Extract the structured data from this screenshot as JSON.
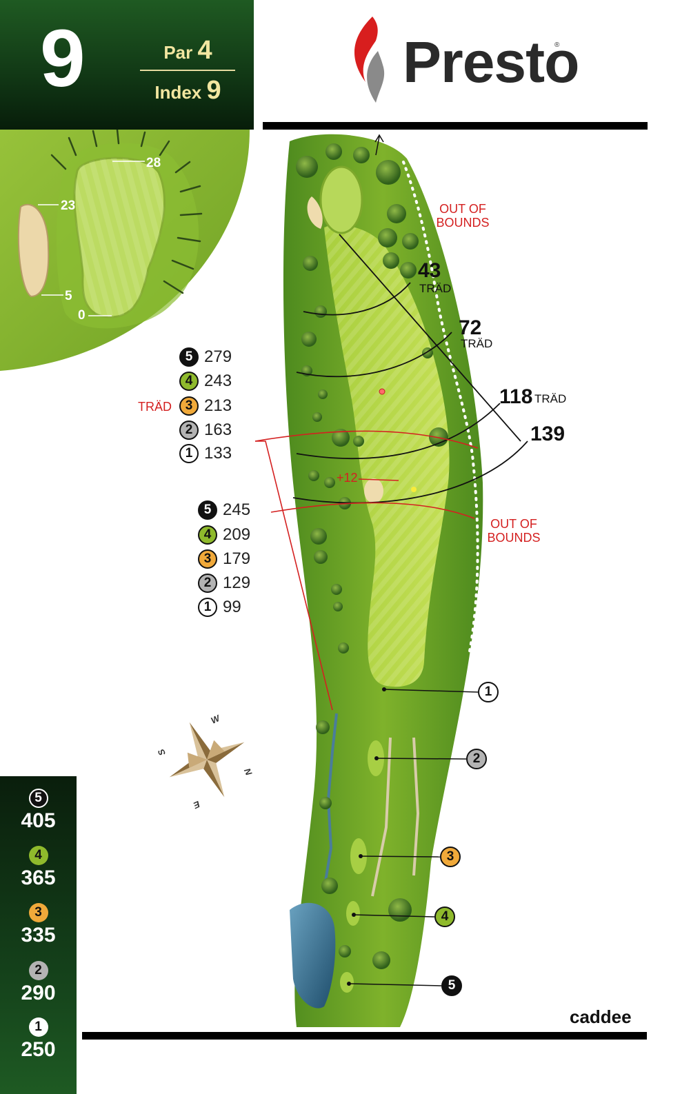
{
  "hole": {
    "number": "9",
    "par_label": "Par",
    "par_value": "4",
    "index_label": "Index",
    "index_value": "9"
  },
  "brand": {
    "name": "Presto",
    "reg": "®",
    "caddee": "caddee"
  },
  "green_detail": {
    "marks": [
      "28",
      "23",
      "5",
      "0"
    ]
  },
  "distances_upper": [
    {
      "tee": "5",
      "value": "279"
    },
    {
      "tee": "4",
      "value": "243"
    },
    {
      "tee": "3",
      "value": "213"
    },
    {
      "tee": "2",
      "value": "163"
    },
    {
      "tee": "1",
      "value": "133"
    }
  ],
  "distances_upper_note": "TRÄD",
  "distances_lower": [
    {
      "tee": "5",
      "value": "245"
    },
    {
      "tee": "4",
      "value": "209"
    },
    {
      "tee": "3",
      "value": "179"
    },
    {
      "tee": "2",
      "value": "129"
    },
    {
      "tee": "1",
      "value": "99"
    }
  ],
  "course_labels": {
    "oob_top_1": "OUT OF",
    "oob_top_2": "BOUNDS",
    "oob_mid_1": "OUT OF",
    "oob_mid_2": "BOUNDS",
    "d43": "43",
    "d43_sub": "TRÄD",
    "d72": "72",
    "d72_sub": "TRÄD",
    "d118": "118",
    "d118_sub": "TRÄD",
    "d139": "139",
    "bunker_plus": "+12"
  },
  "tee_markers": [
    "1",
    "2",
    "3",
    "4",
    "5"
  ],
  "compass": {
    "n": "N",
    "s": "S",
    "e": "E",
    "w": "W"
  },
  "tee_panel": [
    {
      "tee": "5",
      "value": "405"
    },
    {
      "tee": "4",
      "value": "365"
    },
    {
      "tee": "3",
      "value": "335"
    },
    {
      "tee": "2",
      "value": "290"
    },
    {
      "tee": "1",
      "value": "250"
    }
  ],
  "colors": {
    "tee5": "#111111",
    "tee4": "#8fba2c",
    "tee3": "#f0a93a",
    "tee2": "#b3b3b3",
    "tee1": "#ffffff",
    "oob": "#d42020",
    "header_green": "#123a16"
  }
}
